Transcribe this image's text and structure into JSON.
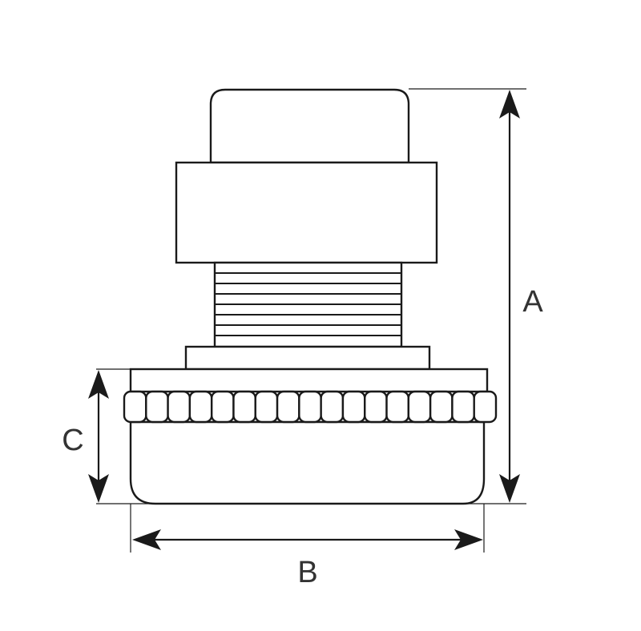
{
  "dimensions": {
    "a_label": "A",
    "b_label": "B",
    "c_label": "C"
  },
  "colors": {
    "line": "#1a1a1a",
    "label": "#333333",
    "background": "#ffffff"
  }
}
